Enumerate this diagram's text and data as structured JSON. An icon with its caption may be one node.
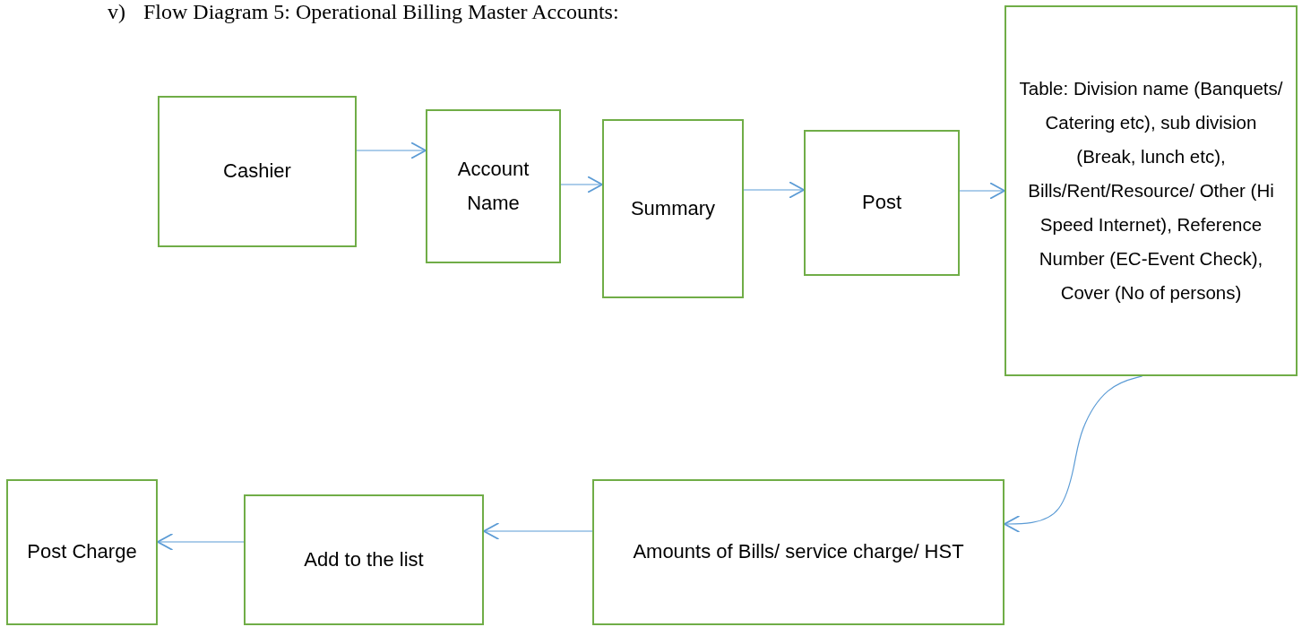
{
  "diagram": {
    "title": "Flow Diagram 5: Operational Billing Master Accounts:",
    "nodes": [
      {
        "text": [
          "Cashier"
        ]
      },
      {
        "text": [
          "Account Name"
        ]
      },
      {
        "text": [
          "Summary"
        ]
      },
      {
        "text": [
          "Post"
        ]
      },
      {
        "text": [
          "Table: Division name (Banquets/ Catering etc), sub division (Break, lunch etc), Bills/Rent/Resource/ Other (Hi Speed Internet), Reference Number (EC-Event Check), Cover (No of persons)"
        ]
      },
      {
        "text": [
          "Amounts of Bills/ service charge/ HST"
        ]
      },
      {
        "text": [
          "Add to the list"
        ]
      },
      {
        "text": [
          "Post Charge"
        ]
      }
    ],
    "edges": [
      {
        "from": 0,
        "to": 1,
        "arrow": "to"
      },
      {
        "from": 1,
        "to": 2,
        "arrow": "to"
      },
      {
        "from": 2,
        "to": 3,
        "arrow": "to"
      },
      {
        "from": 3,
        "to": 4,
        "arrow": "to"
      },
      {
        "from": 4,
        "to": 5,
        "arrow": "to"
      },
      {
        "from": 5,
        "to": 6,
        "arrow": "to"
      },
      {
        "from": 6,
        "to": 7,
        "arrow": "to"
      }
    ],
    "labels": [
      "v)"
    ]
  }
}
